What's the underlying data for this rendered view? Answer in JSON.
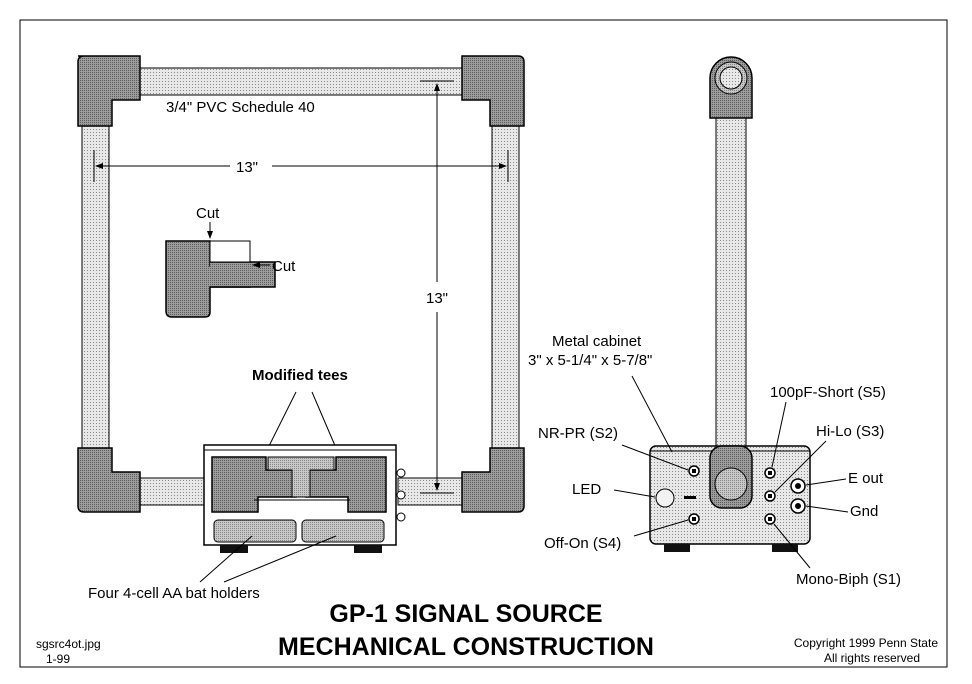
{
  "diagram": {
    "title_line1": "GP-1 SIGNAL SOURCE",
    "title_line2": "MECHANICAL CONSTRUCTION",
    "file_name": "sgsrc4ot.jpg",
    "file_date": "1-99",
    "copyright_line1": "Copyright 1999 Penn State",
    "copyright_line2": "All rights reserved",
    "labels": {
      "pvc": "3/4\" PVC Schedule 40",
      "width_dim": "13\"",
      "height_dim": "13\"",
      "cut_top": "Cut",
      "cut_side": "Cut",
      "modified_tees": "Modified tees",
      "bat_holders": "Four 4-cell AA bat holders",
      "cabinet_line1": "Metal cabinet",
      "cabinet_line2": "3\" x 5-1/4\" x 5-7/8\"",
      "nr_pr": "NR-PR (S2)",
      "led": "LED",
      "off_on": "Off-On (S4)",
      "short": "100pF-Short (S5)",
      "hi_lo": "Hi-Lo (S3)",
      "e_out": "E out",
      "gnd": "Gnd",
      "mono_biph": "Mono-Biph (S1)"
    }
  }
}
